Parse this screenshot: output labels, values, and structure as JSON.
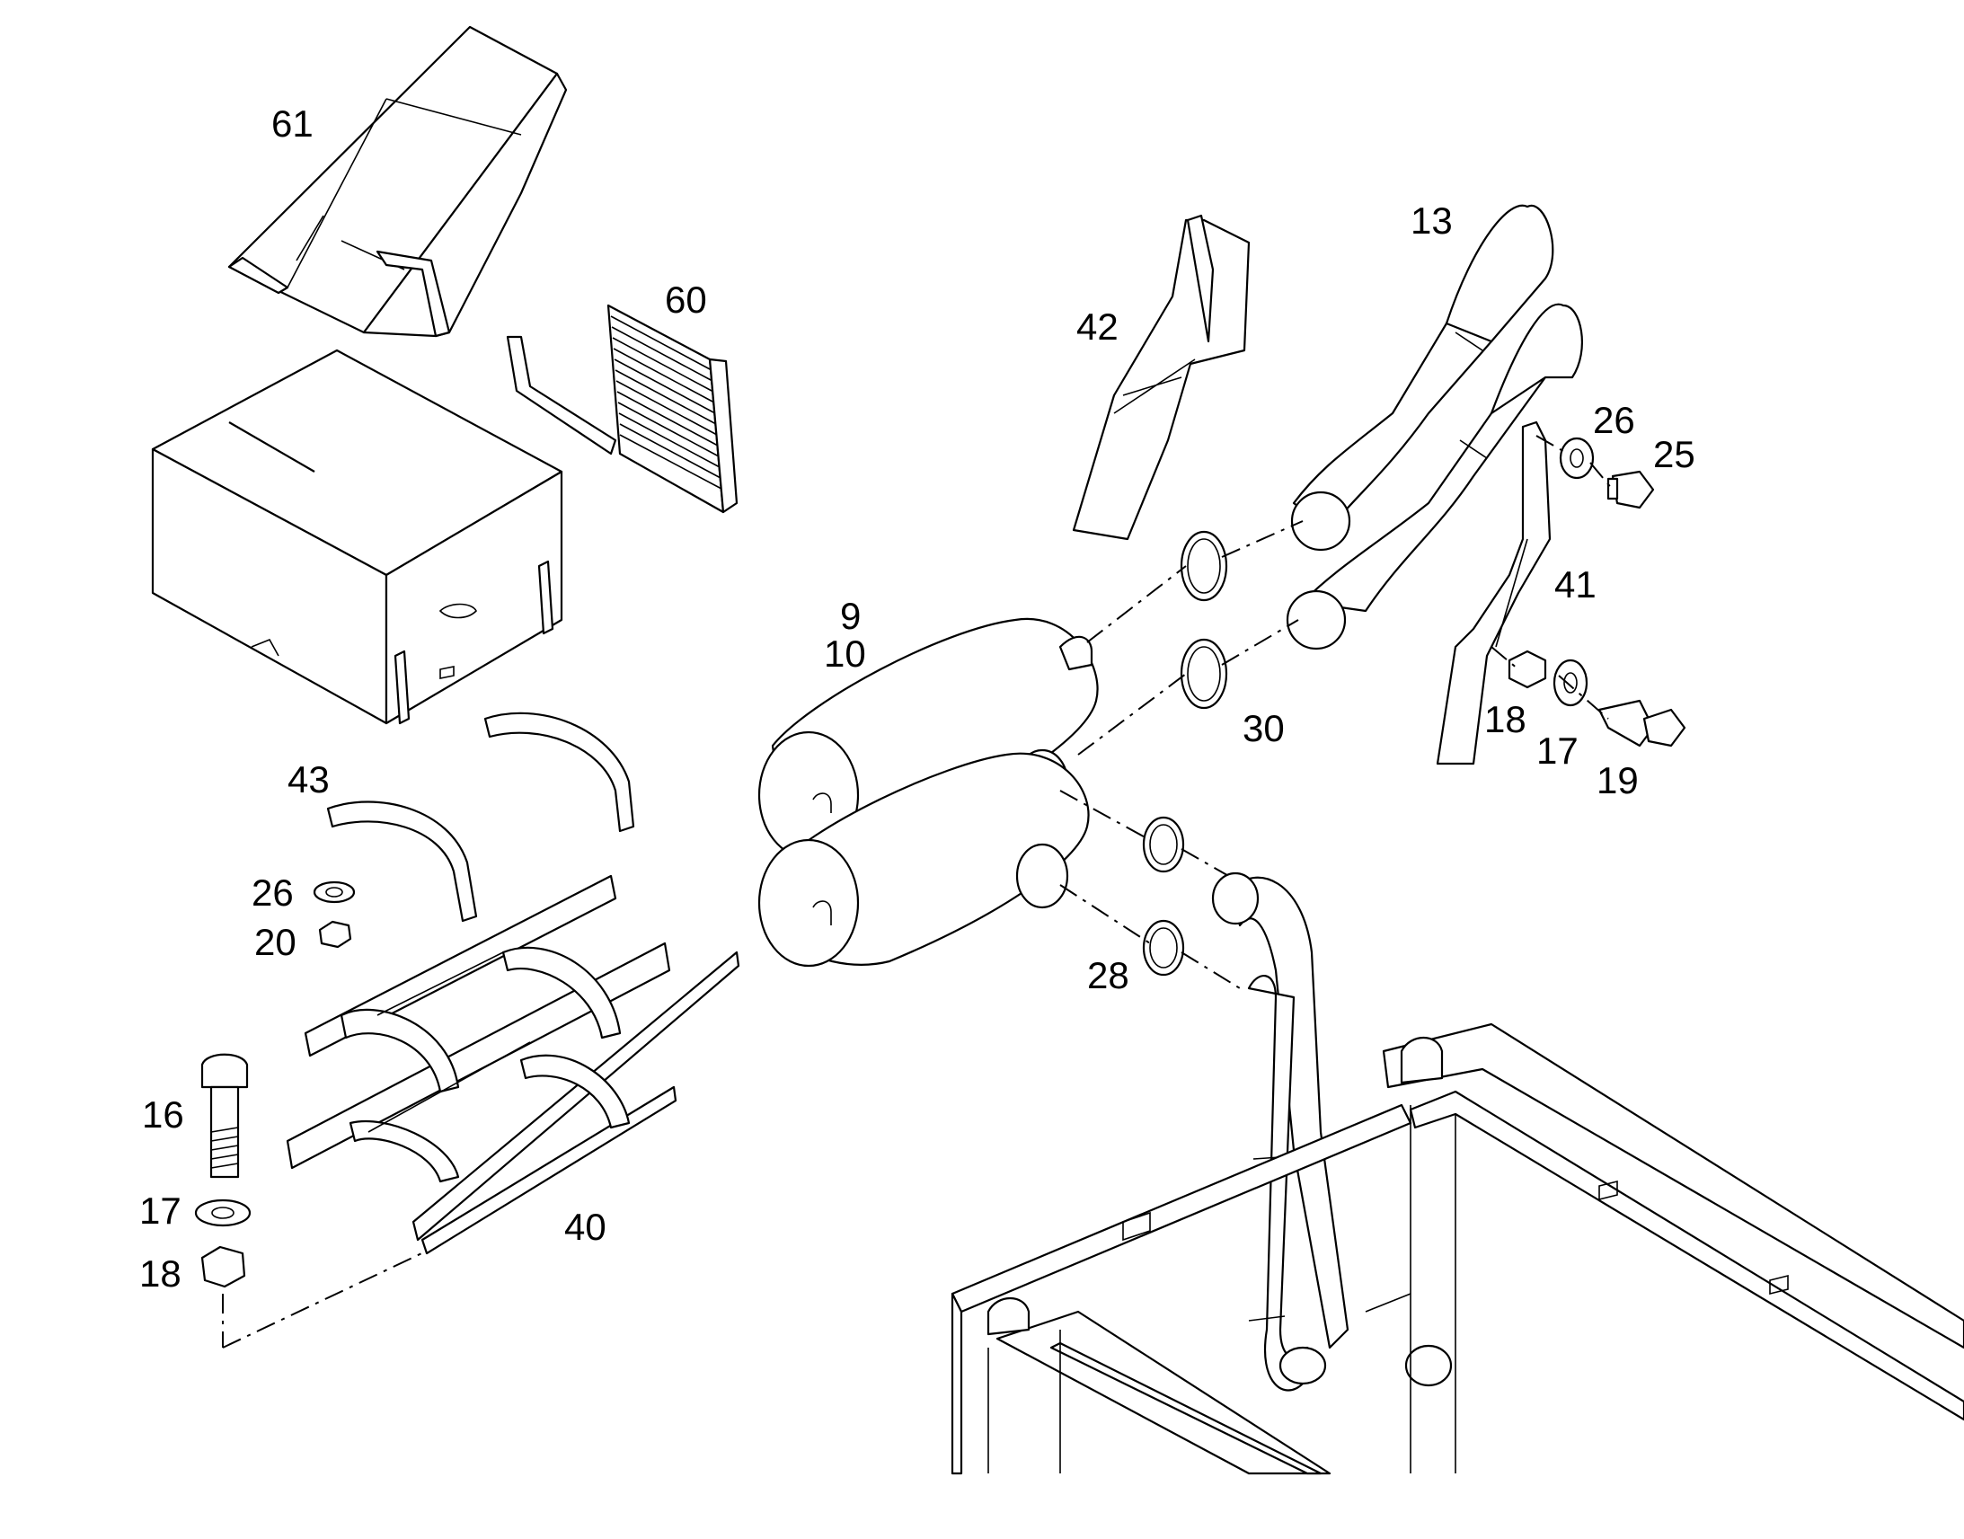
{
  "diagram": {
    "callouts": {
      "c61": "61",
      "c60": "60",
      "c42": "42",
      "c13": "13",
      "c26a": "26",
      "c25": "25",
      "c41": "41",
      "c9": "9",
      "c10": "10",
      "c30": "30",
      "c18a": "18",
      "c17a": "17",
      "c19": "19",
      "c43": "43",
      "c26b": "26",
      "c20": "20",
      "c28": "28",
      "c16": "16",
      "c17b": "17",
      "c18b": "18",
      "c40": "40"
    }
  }
}
